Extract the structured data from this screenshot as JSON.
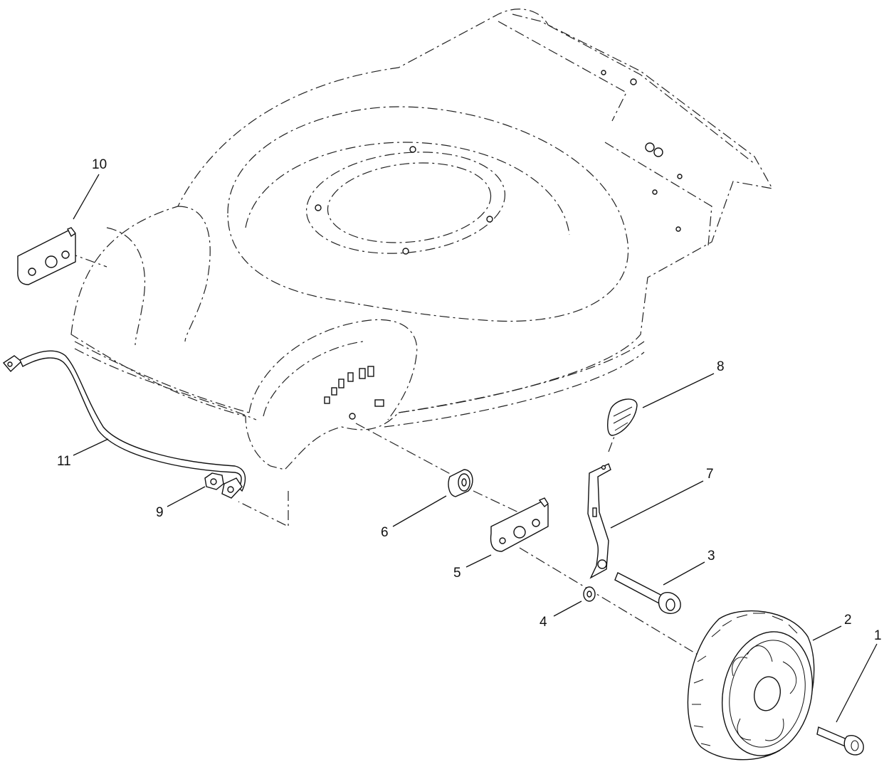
{
  "diagram": {
    "type": "exploded-parts-view",
    "callouts": [
      {
        "id": "1",
        "label": "1"
      },
      {
        "id": "2",
        "label": "2"
      },
      {
        "id": "3",
        "label": "3"
      },
      {
        "id": "4",
        "label": "4"
      },
      {
        "id": "5",
        "label": "5"
      },
      {
        "id": "6",
        "label": "6"
      },
      {
        "id": "7",
        "label": "7"
      },
      {
        "id": "8",
        "label": "8"
      },
      {
        "id": "9",
        "label": "9"
      },
      {
        "id": "10",
        "label": "10"
      },
      {
        "id": "11",
        "label": "11"
      }
    ]
  }
}
